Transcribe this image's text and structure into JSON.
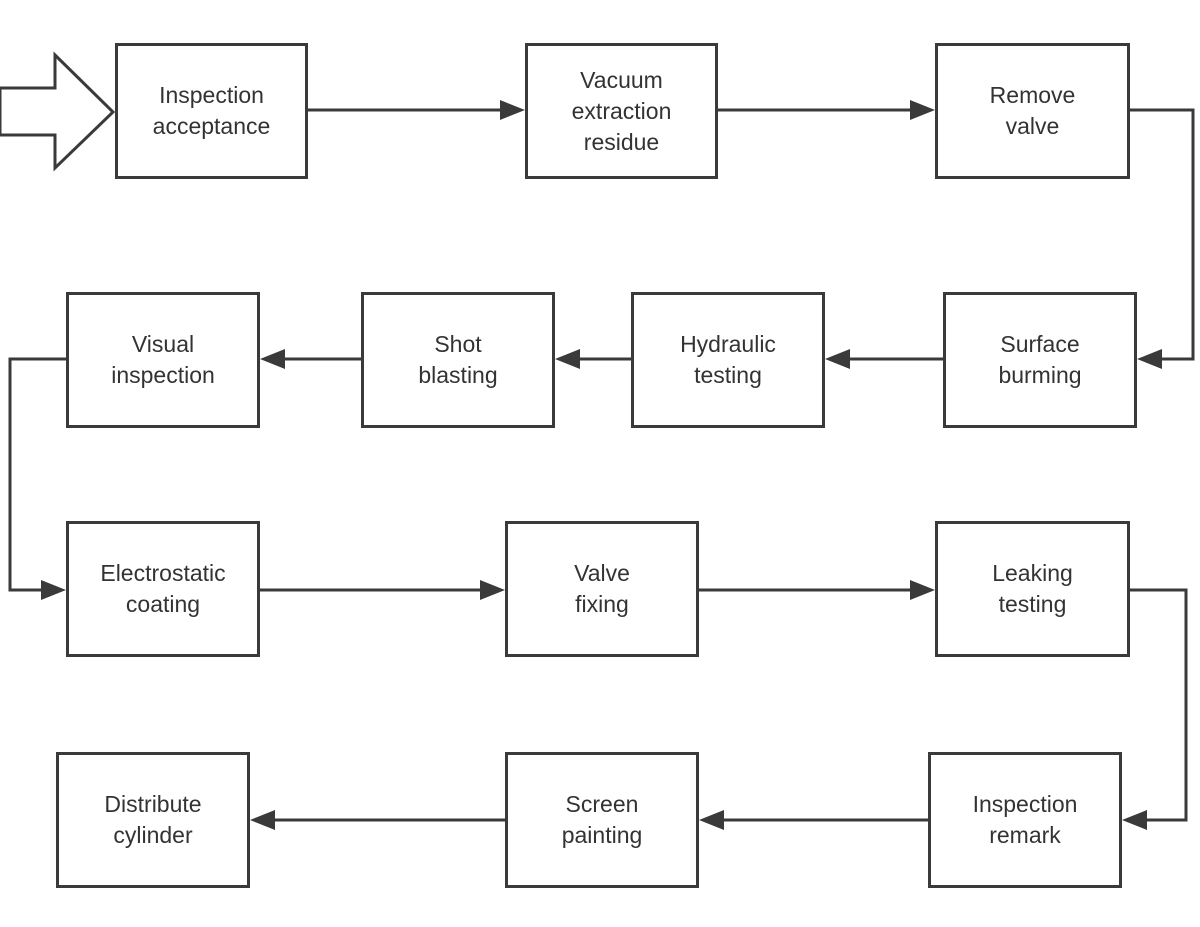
{
  "colors": {
    "stroke": "#3a3a3a",
    "text": "#333333",
    "background": "#ffffff"
  },
  "steps": {
    "inspection_acceptance": "Inspection\nacceptance",
    "vacuum_extraction_residue": "Vacuum\nextraction\nresidue",
    "remove_valve": "Remove\nvalve",
    "surface_burming": "Surface\nburming",
    "hydraulic_testing": "Hydraulic\ntesting",
    "shot_blasting": "Shot\nblasting",
    "visual_inspection": "Visual\ninspection",
    "electrostatic_coating": "Electrostatic\ncoating",
    "valve_fixing": "Valve\nfixing",
    "leaking_testing": "Leaking\ntesting",
    "inspection_remark": "Inspection\nremark",
    "screen_painting": "Screen\npainting",
    "distribute_cylinder": "Distribute\ncylinder"
  }
}
